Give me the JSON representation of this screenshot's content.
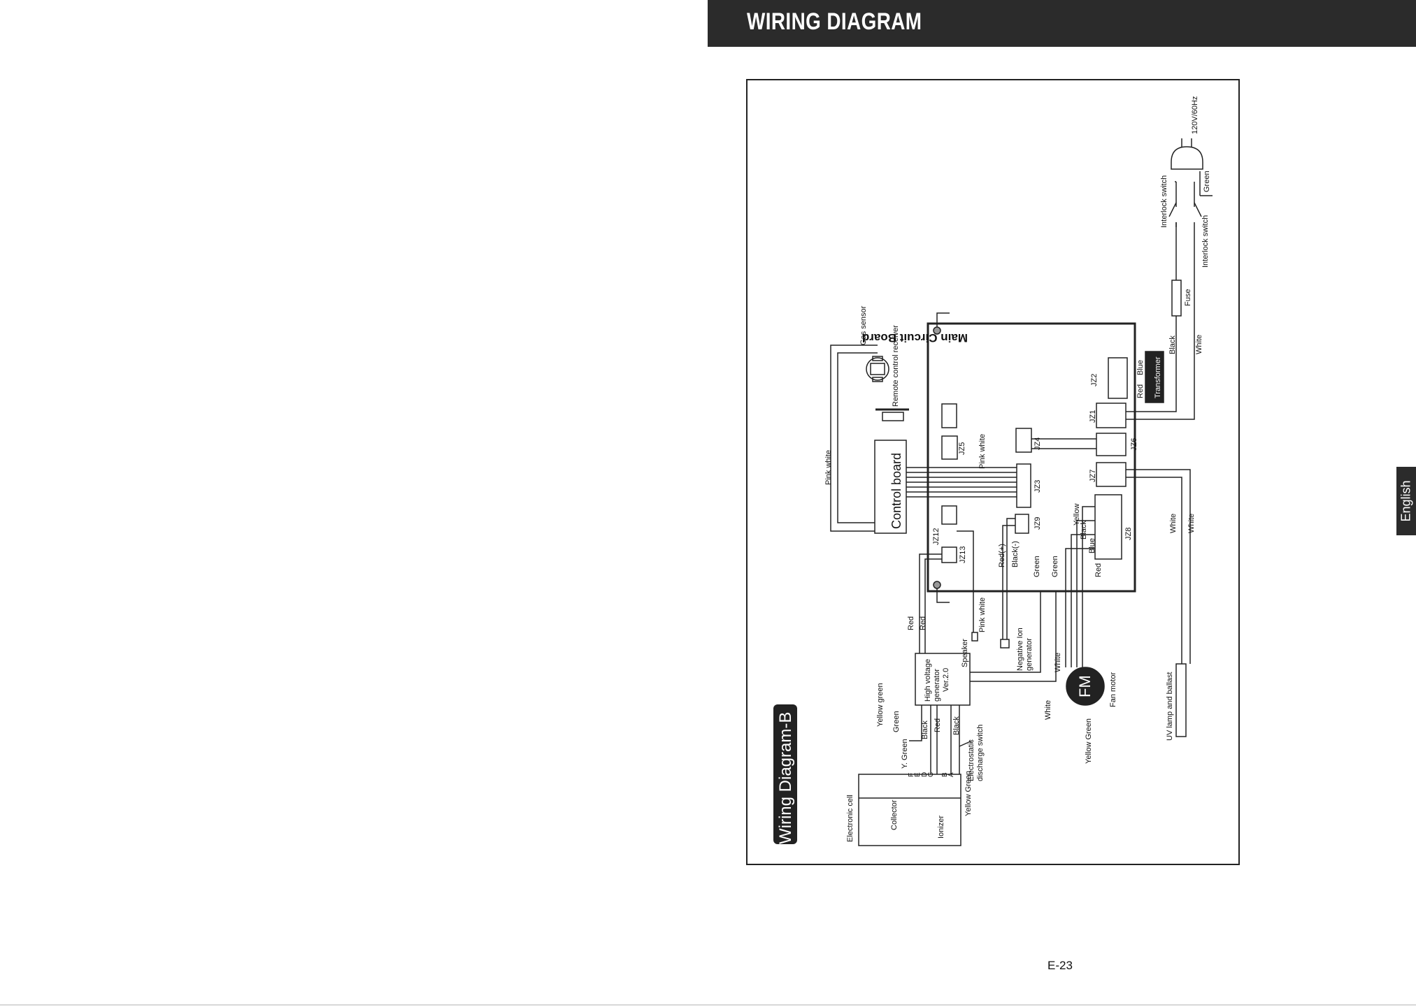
{
  "header": {
    "title": "WIRING DIAGRAM"
  },
  "language_tab": "English",
  "page_number": "E-23",
  "diagram": {
    "title": "Wiring Diagram-B",
    "main_board": "Main Circuit Board",
    "connectors": [
      "JZ1",
      "JZ2",
      "JZ3",
      "JZ4",
      "JZ5",
      "JZ6",
      "JZ7",
      "JZ8",
      "JZ9",
      "JZ12",
      "JZ13"
    ],
    "components": {
      "gas_sensor": "Gas sensor",
      "remote_receiver": "Remote control receiver",
      "control_board": "Control board",
      "transformer": "Transformer",
      "fuse": "Fuse",
      "interlock_switch": "Interlock switch",
      "power": "120V/60Hz",
      "high_voltage_generator_l1": "High voltage",
      "high_voltage_generator_l2": "generator",
      "high_voltage_generator_l3": "Ver.2.0",
      "speaker": "Speaker",
      "negative_ion_l1": "Negative Ion",
      "negative_ion_l2": "generator",
      "fan_motor_symbol": "FM",
      "fan_motor": "Fan motor",
      "uv_lamp": "UV lamp and ballast",
      "electronic_cell": "Electronic cell",
      "collector": "Collector",
      "ionizer": "Ionizer",
      "electrostatic_l1": "Electrostatic",
      "electrostatic_l2": "discharge switch"
    },
    "wires": {
      "pink_white": "Pink white",
      "black": "Black",
      "white": "White",
      "green": "Green",
      "red": "Red",
      "blue": "Blue",
      "yellow": "Yellow",
      "yellow_green": "Yellow green",
      "yellow_green_cap": "Yellow Green",
      "y_green": "Y. Green",
      "red_plus": "Red(+)",
      "black_minus": "Black(-)"
    },
    "terminals": [
      "F",
      "E",
      "D",
      "C",
      "B",
      "A"
    ]
  }
}
